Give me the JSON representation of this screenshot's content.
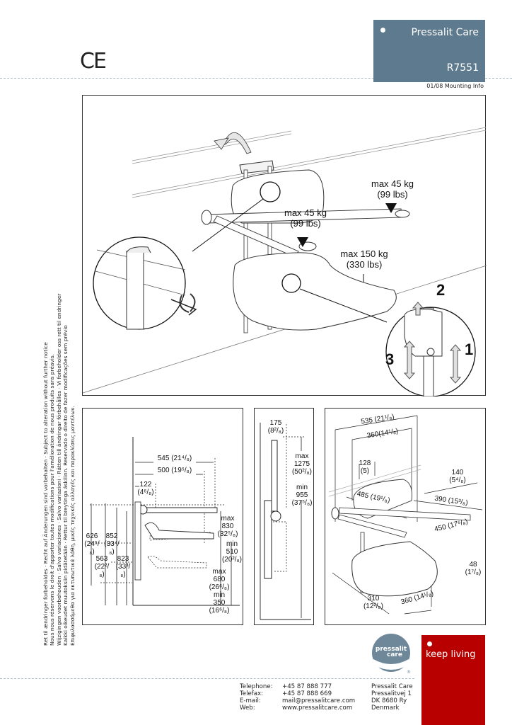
{
  "header": {
    "brand": "Pressalit Care",
    "product_code": "R7551",
    "subtitle": "01/08 Mounting Info",
    "ce_mark": "CE",
    "brand_color": "#5e7a8f"
  },
  "disclaimer_lines": [
    "Ret til ændringer forbeholdes · Recht auf Änderungen sind vorbehalten · Subject to alteration without further notice",
    "Nous nous réservons le droit d'apporter toutes modifications pour l'amélioration de nous produits sans préavis.",
    "Wijzigingen voorbehouden · Salvo variaciones · Salvo variazioni · Rätten till ändringar förbehålles · Vi forbeholder oss rett til endringer",
    "Kaikki oikeudet muutoksiin pidätetään · Rettur til breytinga áskilinn. Reservado o direito de fazer modificações sem prévio",
    "Επιφυλασσόμεθα για εκτυπωτικά λάθη, μικές τεχνικές αλλαγές και παρακλίσεις μοντέλων."
  ],
  "main_figure": {
    "loads": [
      {
        "kg": "max 45 kg",
        "lbs": "(99 lbs)",
        "target": "right-armrest"
      },
      {
        "kg": "max 45 kg",
        "lbs": "(99 lbs)",
        "target": "left-armrest"
      },
      {
        "kg": "max 150 kg",
        "lbs": "(330 lbs)",
        "target": "seat"
      }
    ],
    "steps": [
      "1",
      "2",
      "3"
    ],
    "icons": [
      "rotate-arrow-icon",
      "hex-key-icon",
      "up-arrow-icon",
      "up-down-arrow-icon"
    ]
  },
  "side_view": {
    "horizontal": [
      {
        "mm": "545",
        "in": "(21⁴/₈)"
      },
      {
        "mm": "500",
        "in": "(19⁵/₈)"
      },
      {
        "mm": "122",
        "in": "(4⁶/₈)"
      }
    ],
    "vertical_left": [
      {
        "mm": "626",
        "in": "(24⁵/₈)"
      },
      {
        "mm": "852",
        "in": "(33⁴/₈)"
      },
      {
        "mm": "563",
        "in": "(22²/₈)"
      },
      {
        "mm": "823",
        "in": "(33³/₈)"
      }
    ],
    "vertical_right": [
      {
        "label": "max",
        "mm": "830",
        "in": "(32⁵/₈)"
      },
      {
        "label": "min",
        "mm": "510",
        "in": "(20²/₈)"
      },
      {
        "label": "max",
        "mm": "680",
        "in": "(26⁶/₈)"
      },
      {
        "label": "min",
        "mm": "350",
        "in": "(16⁶/₈)"
      }
    ]
  },
  "front_view": {
    "width": {
      "mm": "175",
      "in": "(8²/₈)"
    },
    "heights": [
      {
        "label": "max",
        "mm": "1275",
        "in": "(50²/₈)"
      },
      {
        "label": "min",
        "mm": "955",
        "in": "(37⁵/₈)"
      }
    ]
  },
  "iso_view": {
    "dims": [
      {
        "mm": "535",
        "in": "(21¹/₈)"
      },
      {
        "mm": "360",
        "in": "(14¹/₈)"
      },
      {
        "mm": "128",
        "in": "(5)"
      },
      {
        "mm": "140",
        "in": "(5⁴/₈)"
      },
      {
        "mm": "485",
        "in": "(19¹/₈)"
      },
      {
        "mm": "390",
        "in": "(15³/₈)"
      },
      {
        "mm": "450",
        "in": "(17⁶/₈)"
      },
      {
        "mm": "48",
        "in": "(1⁷/₈)"
      },
      {
        "mm": "310",
        "in": "(12²/₈)"
      },
      {
        "mm": "360",
        "in": "(14¹/₈)"
      }
    ]
  },
  "footer": {
    "logo_top": "pressalit",
    "logo_bottom": "care",
    "registered": "®",
    "tagline": "keep living",
    "tagline_color": "#b80000",
    "contacts": [
      {
        "label": "Telephone:",
        "value": "+45 87 888 777"
      },
      {
        "label": "Telefax:",
        "value": "+45 87 888 669"
      },
      {
        "label": "E-mail:",
        "value": "mail@pressalitcare.com"
      },
      {
        "label": "Web:",
        "value": "www.pressalitcare.com"
      }
    ],
    "address": [
      "Pressalit Care",
      "Pressalitvej 1",
      "DK 8680 Ry",
      "Denmark"
    ]
  }
}
